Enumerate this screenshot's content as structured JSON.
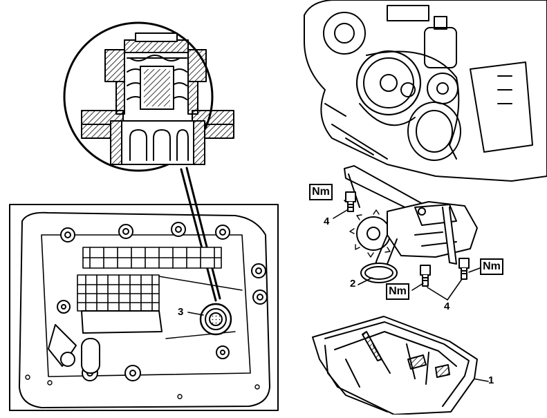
{
  "callouts": {
    "oil_pan": "1",
    "pump_strainer": "2",
    "pressure_valve": "3",
    "bolts_left": "4",
    "bolts_right": "4"
  },
  "torque_label": "Nm",
  "colors": {
    "ink": "#000000",
    "paper": "#ffffff",
    "shade": "#888888"
  }
}
